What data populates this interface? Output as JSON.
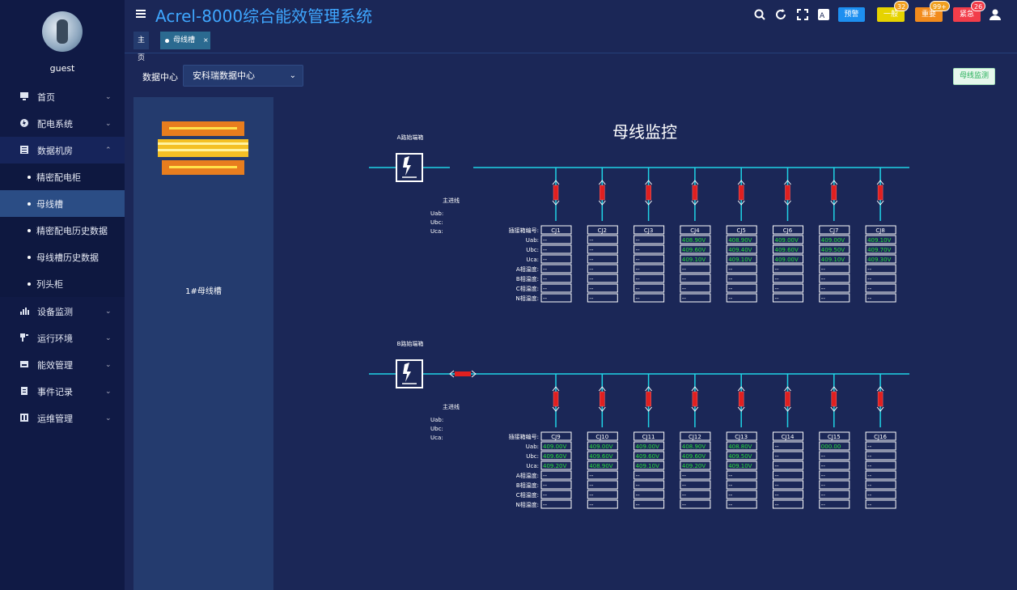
{
  "user": {
    "name": "guest"
  },
  "header": {
    "title": "Acrel-8000综合能效管理系统",
    "warn_label": "预警",
    "alarms": [
      {
        "label": "一般",
        "count": "32",
        "color": "#e6d300"
      },
      {
        "label": "重要",
        "count": "99+",
        "color": "#f28b1c"
      },
      {
        "label": "紧急",
        "count": "26",
        "color": "#f23d4a"
      }
    ]
  },
  "tabs": [
    {
      "label": "主页"
    },
    {
      "label": "母线槽"
    }
  ],
  "sidebar": {
    "items": [
      {
        "label": "首页",
        "icon": "monitor-icon"
      },
      {
        "label": "配电系统",
        "icon": "power-icon"
      },
      {
        "label": "数据机房",
        "icon": "server-icon"
      },
      {
        "label": "精密配电柜"
      },
      {
        "label": "母线槽"
      },
      {
        "label": "精密配电历史数据"
      },
      {
        "label": "母线槽历史数据"
      },
      {
        "label": "列头柜"
      },
      {
        "label": "设备监测",
        "icon": "chart-icon"
      },
      {
        "label": "运行环境",
        "icon": "environment-icon"
      },
      {
        "label": "能效管理",
        "icon": "efficiency-icon"
      },
      {
        "label": "事件记录",
        "icon": "record-icon"
      },
      {
        "label": "运维管理",
        "icon": "maintenance-icon"
      }
    ]
  },
  "filter": {
    "label": "数据中心",
    "value": "安科瑞数据中心"
  },
  "monitor_button": "母线监测",
  "left_panel": {
    "bus_name": "1#母线槽"
  },
  "diagram": {
    "title": "母线监控",
    "main_line": "主进线",
    "row_labels": [
      "插接箱编号:",
      "Uab:",
      "Ubc:",
      "Uca:",
      "A相温度:",
      "B相温度:",
      "C相温度:",
      "N相温度:"
    ],
    "sections": [
      {
        "name": "A路始端箱",
        "uab": "Uab:",
        "ubc": "Ubc:",
        "uca": "Uca:",
        "boxes": [
          {
            "id": "CJ1",
            "vals": [
              "--",
              "--",
              "--"
            ]
          },
          {
            "id": "CJ2",
            "vals": [
              "--",
              "--",
              "--"
            ]
          },
          {
            "id": "CJ3",
            "vals": [
              "--",
              "--",
              "--"
            ]
          },
          {
            "id": "CJ4",
            "vals": [
              "408.90V",
              "409.60V",
              "409.10V"
            ]
          },
          {
            "id": "CJ5",
            "vals": [
              "408.90V",
              "409.40V",
              "409.10V"
            ]
          },
          {
            "id": "CJ6",
            "vals": [
              "409.00V",
              "409.60V",
              "409.00V"
            ]
          },
          {
            "id": "CJ7",
            "vals": [
              "409.00V",
              "409.50V",
              "409.10V"
            ]
          },
          {
            "id": "CJ8",
            "vals": [
              "409.10V",
              "409.70V",
              "409.30V"
            ]
          }
        ]
      },
      {
        "name": "B路始端箱",
        "uab": "Uab:",
        "ubc": "Ubc:",
        "uca": "Uca:",
        "boxes": [
          {
            "id": "CJ9",
            "vals": [
              "409.00V",
              "409.60V",
              "409.20V"
            ]
          },
          {
            "id": "CJ10",
            "vals": [
              "409.00V",
              "409.60V",
              "408.90V"
            ]
          },
          {
            "id": "CJ11",
            "vals": [
              "409.00V",
              "409.60V",
              "409.10V"
            ]
          },
          {
            "id": "CJ12",
            "vals": [
              "408.90V",
              "409.60V",
              "409.20V"
            ]
          },
          {
            "id": "CJ13",
            "vals": [
              "408.80V",
              "409.50V",
              "409.10V"
            ]
          },
          {
            "id": "CJ14",
            "vals": [
              "--",
              "--",
              "--"
            ]
          },
          {
            "id": "CJ15",
            "vals": [
              "000.00",
              "--",
              "--"
            ]
          },
          {
            "id": "CJ16",
            "vals": [
              "--",
              "--",
              "--"
            ]
          }
        ]
      }
    ],
    "temp_placeholder": "--"
  }
}
